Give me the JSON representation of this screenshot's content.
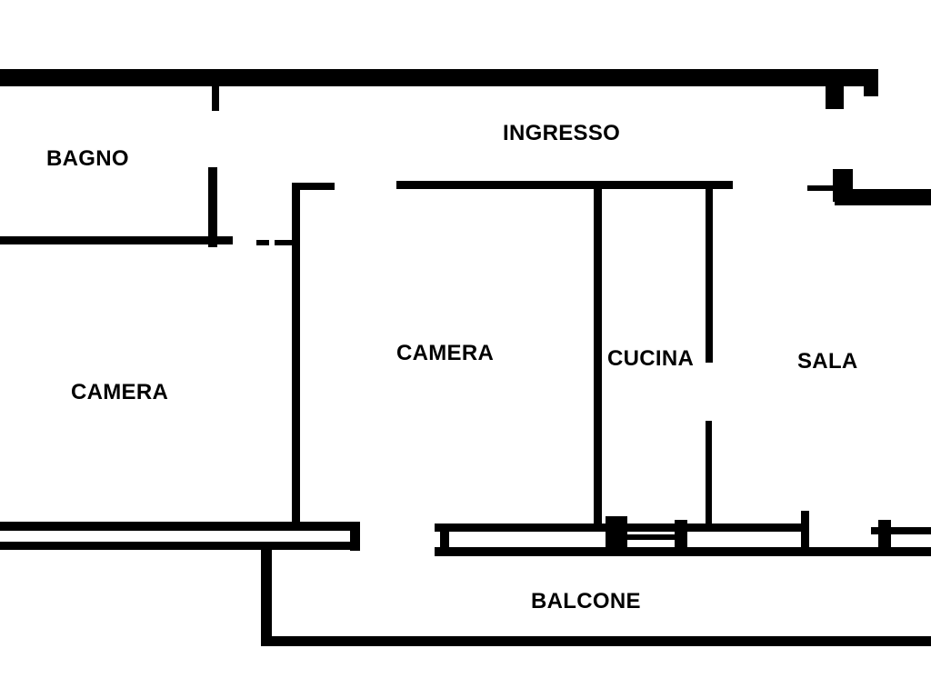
{
  "floorplan": {
    "colors": {
      "wall": "#000000",
      "background": "#ffffff",
      "label": "#000000"
    },
    "rooms": {
      "bagno": "BAGNO",
      "ingresso": "INGRESSO",
      "camera_left": "CAMERA",
      "camera_center": "CAMERA",
      "cucina": "CUCINA",
      "sala": "SALA",
      "balcone": "BALCONE"
    }
  }
}
